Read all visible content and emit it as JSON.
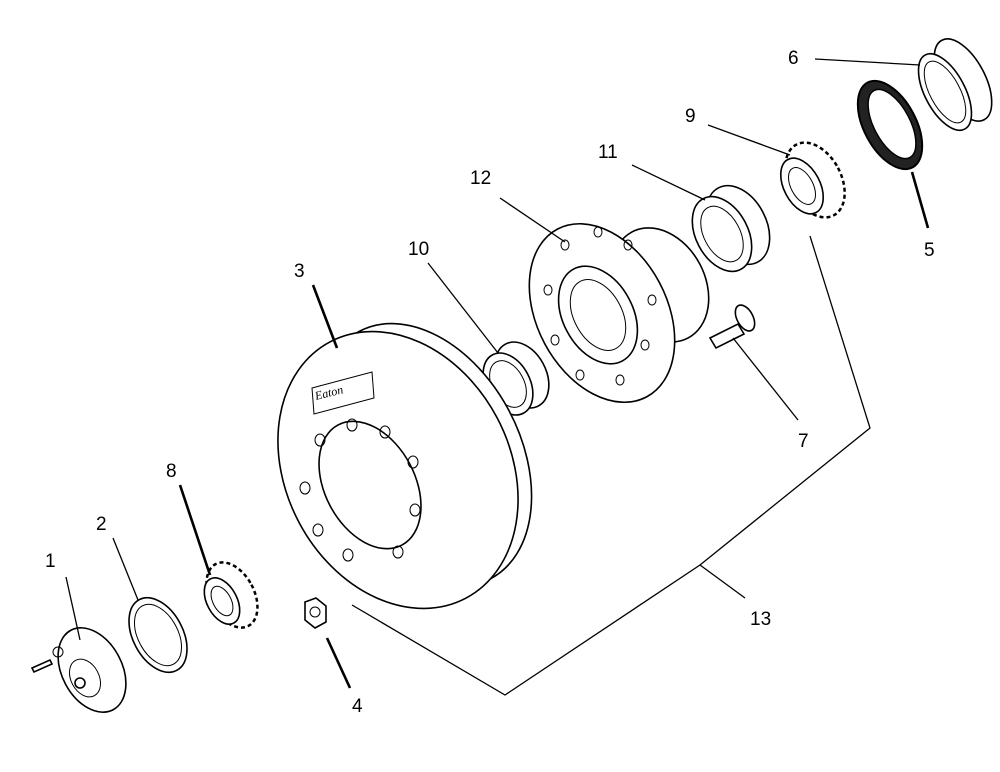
{
  "diagram": {
    "brand_text": "Eaton",
    "callouts": {
      "p1": "1",
      "p2": "2",
      "p3": "3",
      "p4": "4",
      "p5": "5",
      "p6": "6",
      "p7": "7",
      "p8": "8",
      "p9": "9",
      "p10": "10",
      "p11": "11",
      "p12": "12",
      "p13": "13"
    }
  }
}
